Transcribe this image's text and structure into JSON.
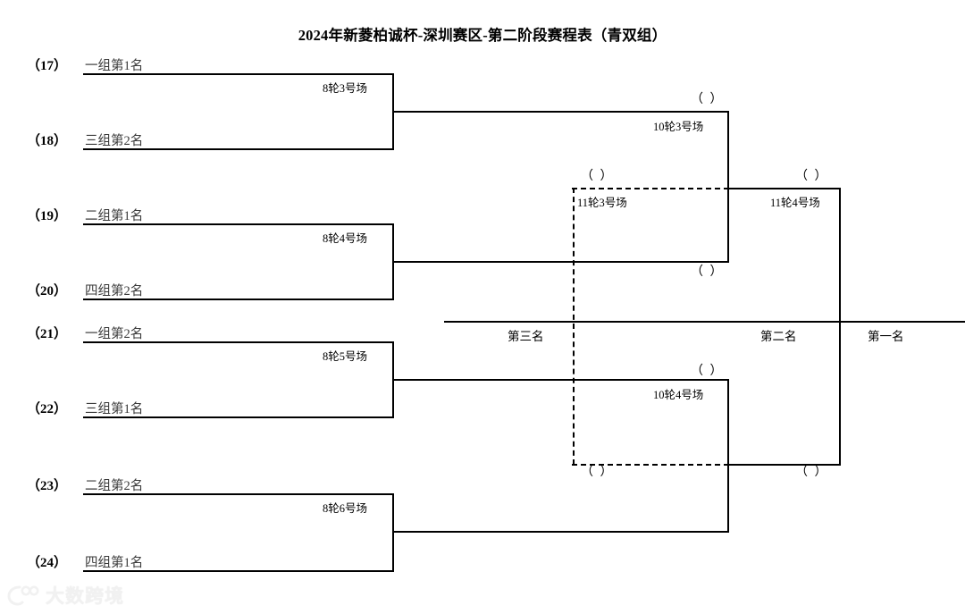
{
  "title": "2024年新菱柏诚杯-深圳赛区-第二阶段赛程表（青双组）",
  "seeds": [
    {
      "num": "（17）",
      "name": "一组第1名"
    },
    {
      "num": "（18）",
      "name": "三组第2名"
    },
    {
      "num": "（19）",
      "name": "二组第1名"
    },
    {
      "num": "（20）",
      "name": "四组第2名"
    },
    {
      "num": "（21）",
      "name": "一组第2名"
    },
    {
      "num": "（22）",
      "name": "三组第1名"
    },
    {
      "num": "（23）",
      "name": "二组第2名"
    },
    {
      "num": "（24）",
      "name": "四组第1名"
    }
  ],
  "matches": {
    "qf1": "8轮3号场",
    "qf2": "8轮4号场",
    "qf3": "8轮5号场",
    "qf4": "8轮6号场",
    "sf1": "10轮3号场",
    "sf2": "10轮4号场",
    "third_place": "11轮3号场",
    "final": "11轮4号场"
  },
  "blanks": {
    "sf1_winner": "（    ）",
    "sf2_winner": "（    ）",
    "third_top": "（    ）",
    "third_bottom": "（    ）",
    "final_top": "（    ）",
    "final_bottom": "（    ）"
  },
  "places": {
    "third": "第三名",
    "second": "第二名",
    "first": "第一名"
  },
  "watermark": {
    "text": "大数跨境"
  }
}
